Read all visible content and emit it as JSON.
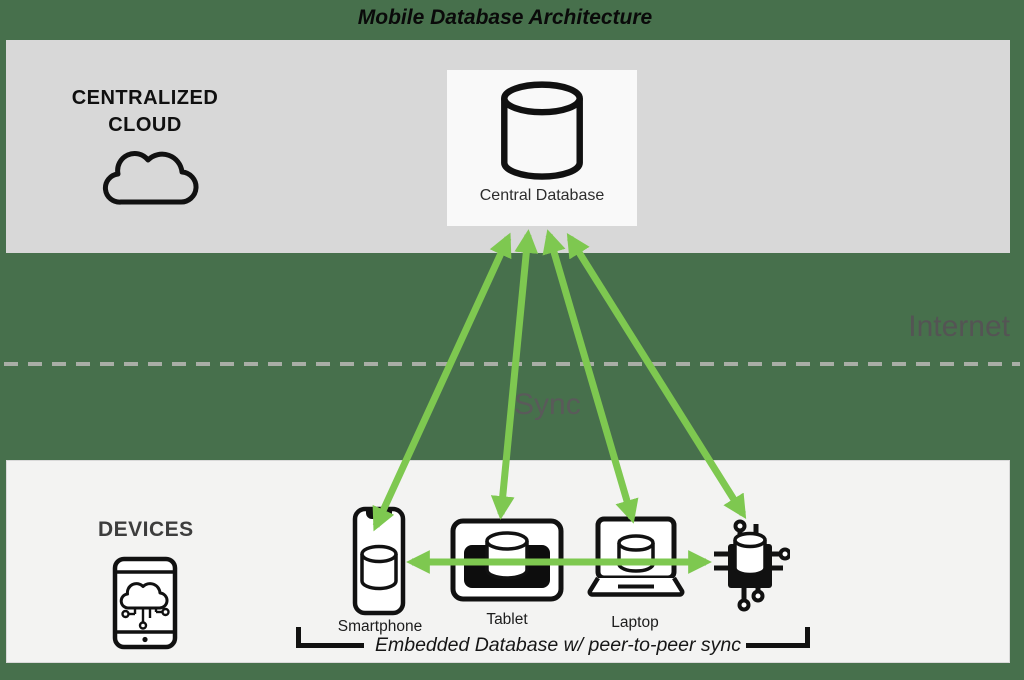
{
  "title": "Mobile Database Architecture",
  "cloud_zone": {
    "label": "CENTRALIZED\nCLOUD",
    "database_label": "Central Database"
  },
  "network": {
    "internet_label": "Internet",
    "sync_label": "Sync"
  },
  "devices_zone": {
    "label": "DEVICES",
    "devices": [
      {
        "label": "Smartphone",
        "icon": "smartphone-icon"
      },
      {
        "label": "Tablet",
        "icon": "tablet-icon"
      },
      {
        "label": "Laptop",
        "icon": "laptop-icon"
      },
      {
        "label": "",
        "icon": "iot-chip-icon"
      }
    ],
    "bracket_label": "Embedded Database w/ peer-to-peer sync"
  },
  "colors": {
    "background_green": "#47704c",
    "cloud_band_gray": "#d8d8d8",
    "devices_band_gray": "#f3f3f2",
    "arrow_green": "#7ec850",
    "muted_text_gray": "#575757"
  }
}
